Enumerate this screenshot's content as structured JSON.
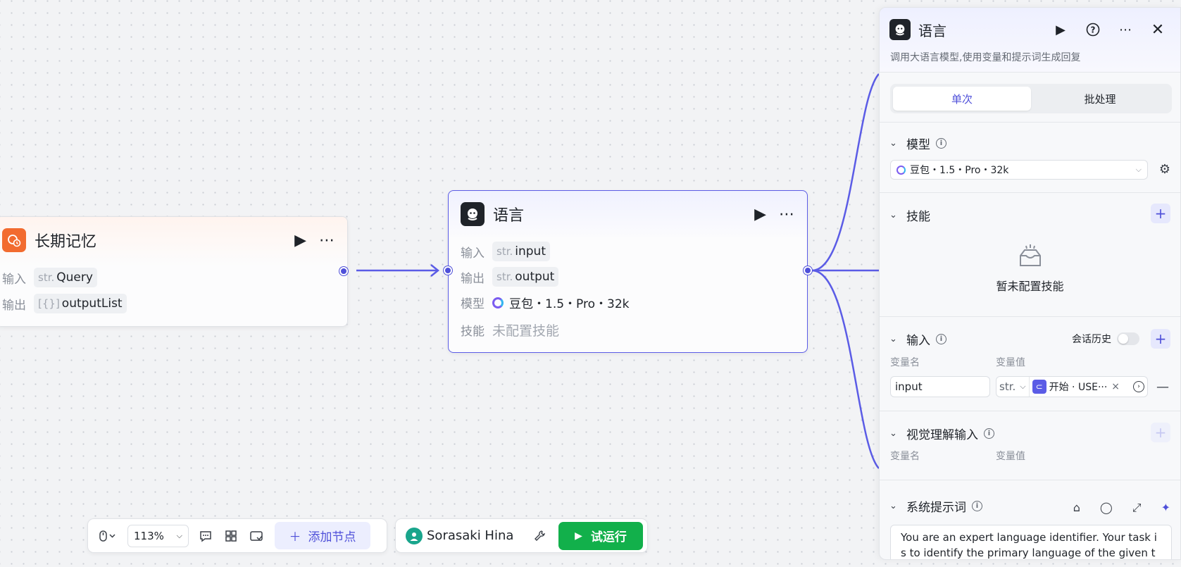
{
  "memory_node": {
    "title": "长期记忆",
    "input_label": "输入",
    "input_type": "str.",
    "input_value": "Query",
    "output_label": "输出",
    "output_type": "[{}]",
    "output_value": "outputList",
    "icon": "memory-icon",
    "accent": "#f26b2f"
  },
  "lang_node": {
    "title": "语言",
    "input_label": "输入",
    "input_type": "str.",
    "input_value": "input",
    "output_label": "输出",
    "output_type": "str.",
    "output_value": "output",
    "model_label": "模型",
    "model_value": "豆包・1.5・Pro・32k",
    "skill_label": "技能",
    "skill_value": "未配置技能",
    "icon": "llm-icon",
    "accent": "#5b5ce6"
  },
  "toolbar": {
    "zoom": "113%",
    "add_node": "添加节点",
    "user_name": "Sorasaki Hina",
    "run": "试运行",
    "run_color": "#12b04b"
  },
  "panel": {
    "title": "语言",
    "description": "调用大语言模型,使用变量和提示词生成回复",
    "tabs": [
      "单次",
      "批处理"
    ],
    "model_section": "模型",
    "model_value": "豆包・1.5・Pro・32k",
    "skill_section": "技能",
    "skill_empty": "暂未配置技能",
    "input_section": "输入",
    "chat_history": "会话历史",
    "var_name_label": "变量名",
    "var_value_label": "变量值",
    "input_name": "input",
    "input_type": "str.",
    "input_ref": "开始 · USE···",
    "vision_section": "视觉理解输入",
    "vision_name_label": "变量名",
    "vision_value_label": "变量值",
    "prompt_section": "系统提示词",
    "prompt_text": "You are an expert language identifier. Your task is to identify the primary language of the given text. Follo"
  }
}
